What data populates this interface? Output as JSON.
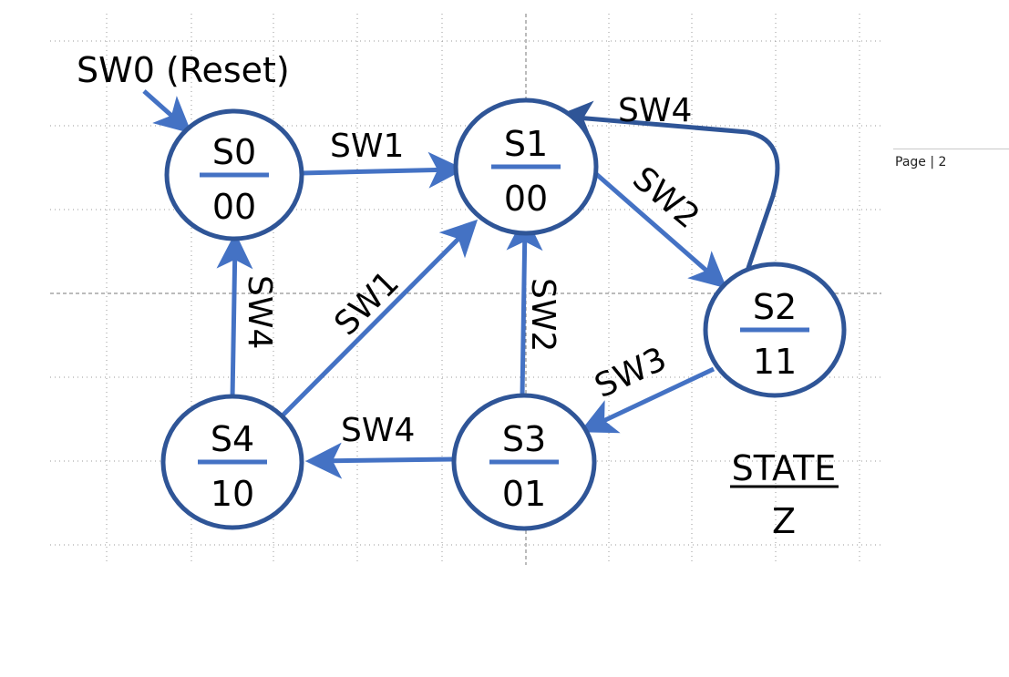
{
  "diagram": {
    "type": "state-machine",
    "reset_label": "SW0 (Reset)",
    "states": [
      {
        "id": "S0",
        "name": "S0",
        "output": "00"
      },
      {
        "id": "S1",
        "name": "S1",
        "output": "00"
      },
      {
        "id": "S2",
        "name": "S2",
        "output": "11"
      },
      {
        "id": "S3",
        "name": "S3",
        "output": "01"
      },
      {
        "id": "S4",
        "name": "S4",
        "output": "10"
      }
    ],
    "transitions": [
      {
        "from": "S0",
        "to": "S1",
        "label": "SW1"
      },
      {
        "from": "S1",
        "to": "S2",
        "label": "SW2"
      },
      {
        "from": "S2",
        "to": "S1",
        "label": "SW4"
      },
      {
        "from": "S2",
        "to": "S3",
        "label": "SW3"
      },
      {
        "from": "S3",
        "to": "S1",
        "label": "SW2"
      },
      {
        "from": "S3",
        "to": "S4",
        "label": "SW4"
      },
      {
        "from": "S4",
        "to": "S1",
        "label": "SW1"
      },
      {
        "from": "S4",
        "to": "S0",
        "label": "SW4"
      }
    ],
    "legend": {
      "top": "STATE",
      "bottom": "Z"
    }
  },
  "footer": {
    "page_label": "Page | 2"
  },
  "colors": {
    "circle": "#2f5597",
    "arrow": "#4472c4",
    "text": "#000000",
    "grid": "#8c8c8c"
  }
}
